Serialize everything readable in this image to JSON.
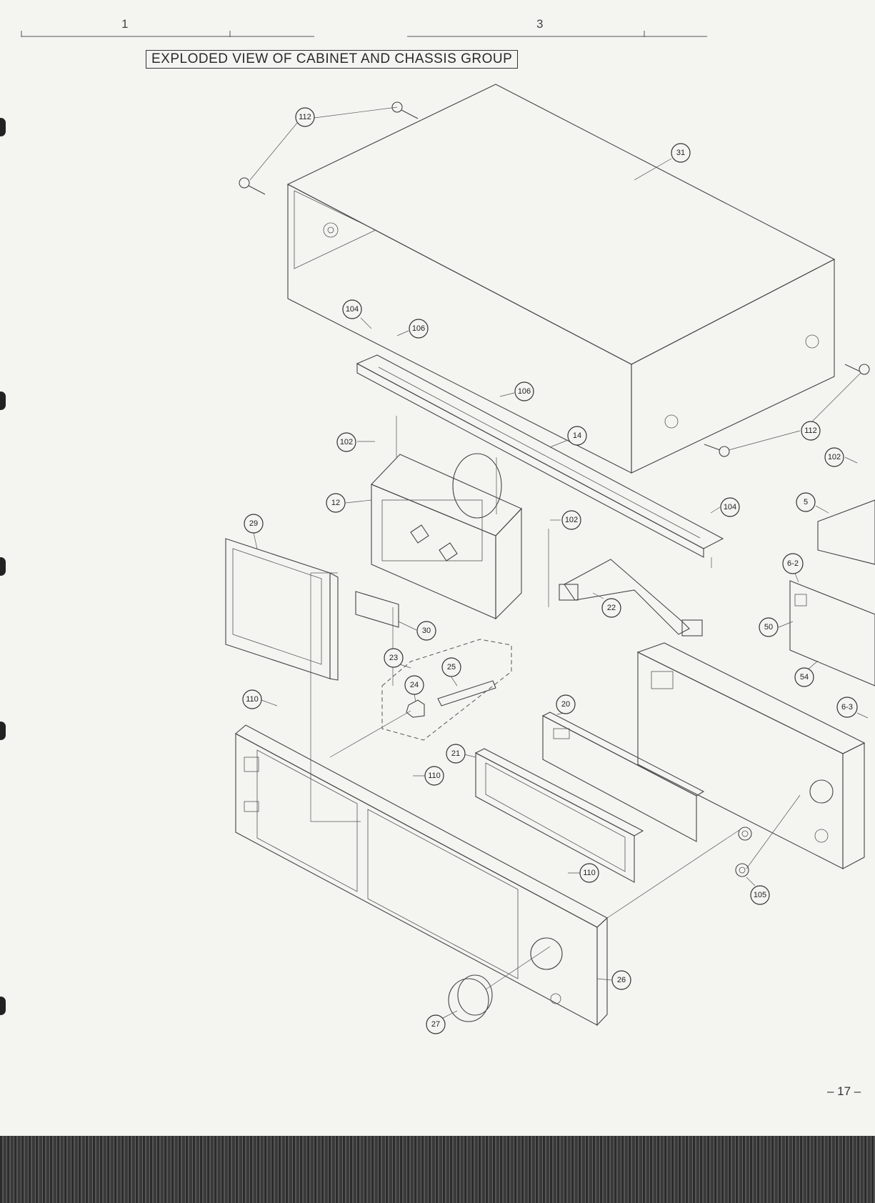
{
  "header": {
    "title": "EXPLODED VIEW OF CABINET AND CHASSIS GROUP",
    "column_left": "1",
    "column_right": "3"
  },
  "footer": {
    "page_number": "– 17 –"
  },
  "part_labels": {
    "p112a": "112",
    "p112b": "112",
    "p31": "31",
    "p104a": "104",
    "p106a": "106",
    "p106b": "106",
    "p14": "14",
    "p102a": "102",
    "p102b": "102",
    "p102c": "102",
    "p12": "12",
    "p29": "29",
    "p104b": "104",
    "p5": "5",
    "p6_2": "6-2",
    "p50": "50",
    "p22": "22",
    "p30": "30",
    "p23": "23",
    "p25": "25",
    "p24": "24",
    "p54": "54",
    "p20": "20",
    "p6_3": "6-3",
    "p110a": "110",
    "p21": "21",
    "p110b": "110",
    "p110c": "110",
    "p105": "105",
    "p26": "26",
    "p27": "27"
  }
}
